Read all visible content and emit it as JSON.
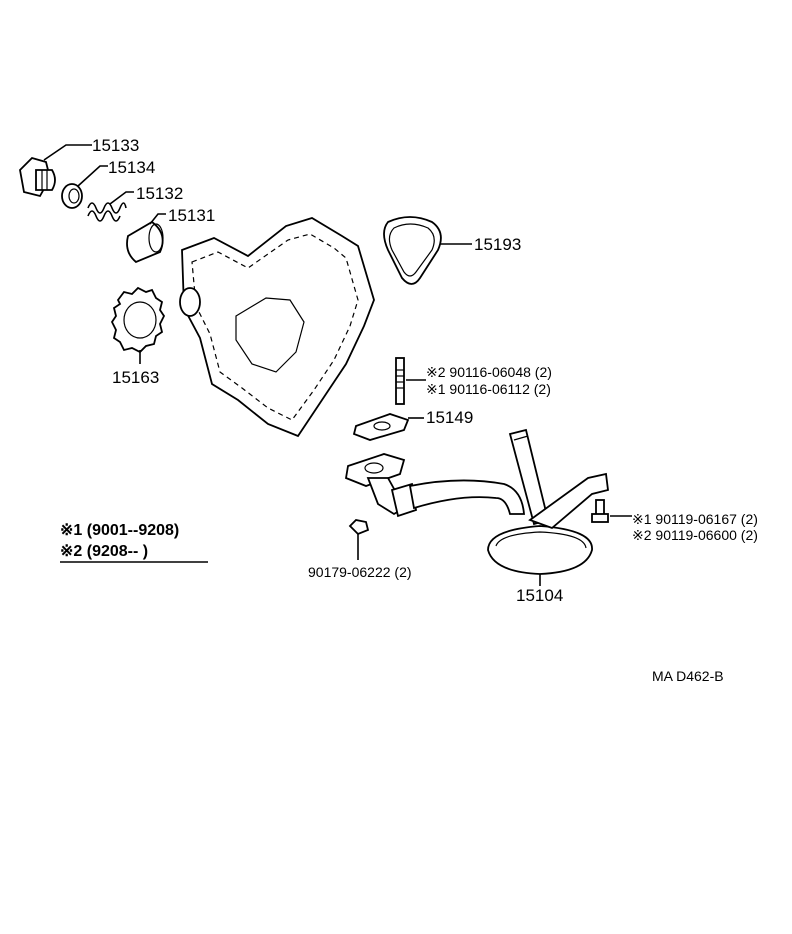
{
  "labels": {
    "p15133": "15133",
    "p15134": "15134",
    "p15132": "15132",
    "p15131": "15131",
    "p15193": "15193",
    "p15163": "15163",
    "p15149": "15149",
    "p15104": "15104",
    "stud_a": "※2 90116-06048 (2)",
    "stud_b": "※1 90116-06112 (2)",
    "bolt_a": "※1 90119-06167 (2)",
    "bolt_b": "※2 90119-06600 (2)",
    "plug": "90179-06222 (2)"
  },
  "legend": {
    "line1": "※1 (9001--9208)",
    "line2": "※2 (9208--        )"
  },
  "footer": {
    "code": "MA  D462-B"
  }
}
